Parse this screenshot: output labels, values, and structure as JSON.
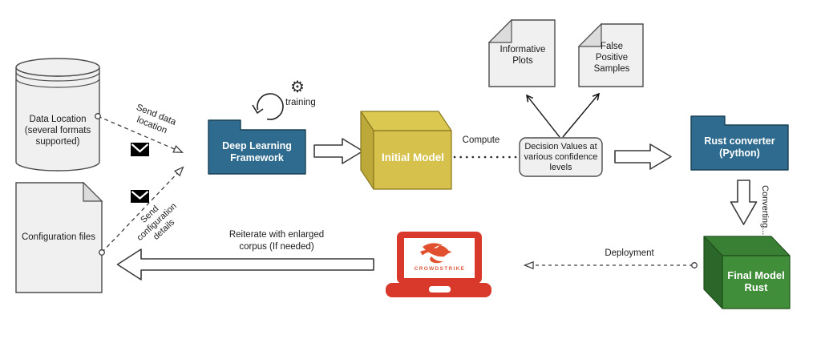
{
  "labels": {
    "database": "Data Location\n(several formats\nsupported)",
    "config_files": "Configuration files",
    "send_data": "Send data\nlocation",
    "send_config": "Send\nconfiguration\ndetails",
    "dl_framework": "Deep Learning\nFramework",
    "training": "training",
    "initial_model": "Initial Model",
    "compute": "Compute",
    "decision_values": "Decision Values at\nvarious confidence\nlevels",
    "informative_plots": "Informative\nPlots",
    "false_positive_samples": "False\nPositive\nSamples",
    "rust_converter": "Rust converter\n(Python)",
    "converting": "Converting...",
    "final_model": "Final Model\nRust",
    "deployment": "Deployment",
    "reiterate": "Reiterate with enlarged\ncorpus (If needed)",
    "crowdstrike": "CROWDSTRIKE"
  },
  "icons": {
    "gear": "⚙",
    "envelope": "envelope-icon",
    "training_loop": "circular-arrow-icon",
    "laptop": "laptop-icon",
    "falcon": "crowdstrike-falcon-icon"
  },
  "colors": {
    "folder_blue": "#2e6b8e",
    "cube_yellow_front": "#d5c14b",
    "cube_yellow_top": "#dbc851",
    "cube_yellow_side": "#bda83a",
    "cube_green_front": "#418e3a",
    "cube_green_top": "#3a8034",
    "cube_green_side": "#2c672a",
    "laptop_red": "#d8392b",
    "logo_orange": "#e0502e",
    "shape_gray": "#f0f0f0",
    "text_dark": "#1b1b1b"
  }
}
